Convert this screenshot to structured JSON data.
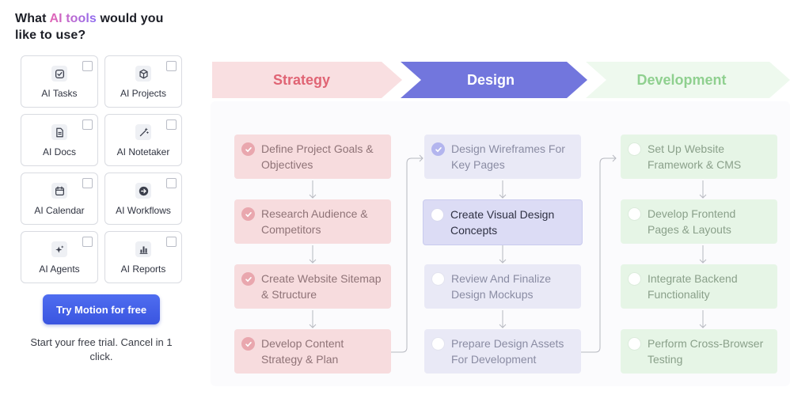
{
  "question": {
    "prefix": "What ",
    "accent": "AI tools",
    "suffix": " would you like to use?"
  },
  "tools": [
    {
      "label": "AI Tasks",
      "icon": "checkbox-task-icon"
    },
    {
      "label": "AI Projects",
      "icon": "cube-icon"
    },
    {
      "label": "AI Docs",
      "icon": "document-icon"
    },
    {
      "label": "AI Notetaker",
      "icon": "magic-pen-icon"
    },
    {
      "label": "AI Calendar",
      "icon": "calendar-icon"
    },
    {
      "label": "AI Workflows",
      "icon": "arrow-circle-icon"
    },
    {
      "label": "AI Agents",
      "icon": "sparkles-icon"
    },
    {
      "label": "AI Reports",
      "icon": "bar-chart-icon"
    }
  ],
  "cta": {
    "label": "Try Motion for free"
  },
  "trial_note": "Start your free trial. Cancel in 1 click.",
  "colors": {
    "strategy": "#e1707e",
    "design": "#6f75dd",
    "development": "#9bd49b",
    "cta": "#4360e8"
  },
  "workflow": {
    "stages": [
      {
        "title": "Strategy",
        "tasks": [
          {
            "text": "Define Project Goals & Objectives",
            "status": "done"
          },
          {
            "text": "Research Audience & Competitors",
            "status": "done"
          },
          {
            "text": "Create Website Sitemap & Structure",
            "status": "done"
          },
          {
            "text": "Develop Content Strategy & Plan",
            "status": "done"
          }
        ]
      },
      {
        "title": "Design",
        "tasks": [
          {
            "text": "Design Wireframes For Key Pages",
            "status": "done"
          },
          {
            "text": "Create Visual Design Concepts",
            "status": "active"
          },
          {
            "text": "Review And Finalize Design Mockups",
            "status": "todo"
          },
          {
            "text": "Prepare Design Assets For Development",
            "status": "todo"
          }
        ]
      },
      {
        "title": "Development",
        "tasks": [
          {
            "text": "Set Up Website Framework & CMS",
            "status": "todo"
          },
          {
            "text": "Develop Frontend Pages & Layouts",
            "status": "todo"
          },
          {
            "text": "Integrate Backend Functionality",
            "status": "todo"
          },
          {
            "text": "Perform Cross-Browser Testing",
            "status": "todo"
          }
        ]
      }
    ]
  }
}
